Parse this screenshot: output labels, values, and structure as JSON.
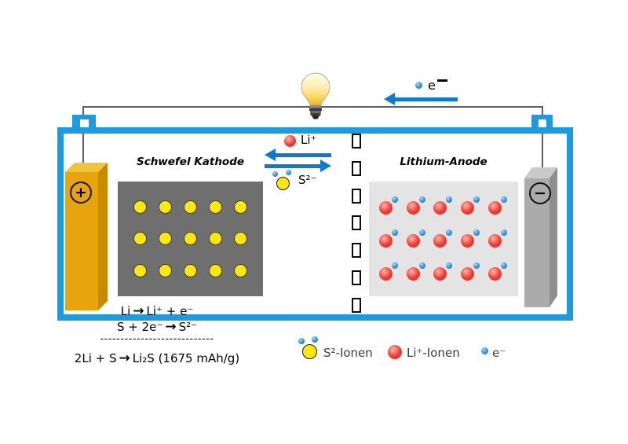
{
  "colors": {
    "accent_blue": "#1b9ce0",
    "arrow_blue": "#0e79d2",
    "wire_gray": "#5f5f5f",
    "cathode_gray": "#6f6f6f",
    "anode_gray": "#e4e4e4",
    "sulfur_yellow": "#ffe70a",
    "lithium_red": "#e8342c",
    "electron_blue": "#2b8ad6",
    "electrode_gold": "#e8a40b",
    "electrode_gray": "#ababab"
  },
  "circuit": {
    "electron_base": "e"
  },
  "electrodes": {
    "positive_symbol": "+",
    "negative_symbol": "−"
  },
  "cell": {
    "cathode": {
      "title": "Schwefel Kathode",
      "rows": 3,
      "cols": 5
    },
    "anode": {
      "title": "Lithium-Anode",
      "rows": 3,
      "cols": 5
    },
    "separator_dashes": 7,
    "exchange": {
      "li_label": "Li⁺",
      "s_label": "S²⁻"
    }
  },
  "reactions": {
    "arrow": "→",
    "line1": {
      "lhs": "Li",
      "rhs": "Li⁺ + e⁻"
    },
    "line2": {
      "lhs": "S + 2e⁻",
      "rhs": "S²⁻"
    },
    "divider": "----------------------------",
    "line3": {
      "lhs": "2Li + S",
      "rhs": "Li₂S (1675 mAh/g)"
    }
  },
  "legend": {
    "s_ion": "S²-Ionen",
    "li_ion": "Li⁺-Ionen",
    "electron": "e⁻"
  }
}
